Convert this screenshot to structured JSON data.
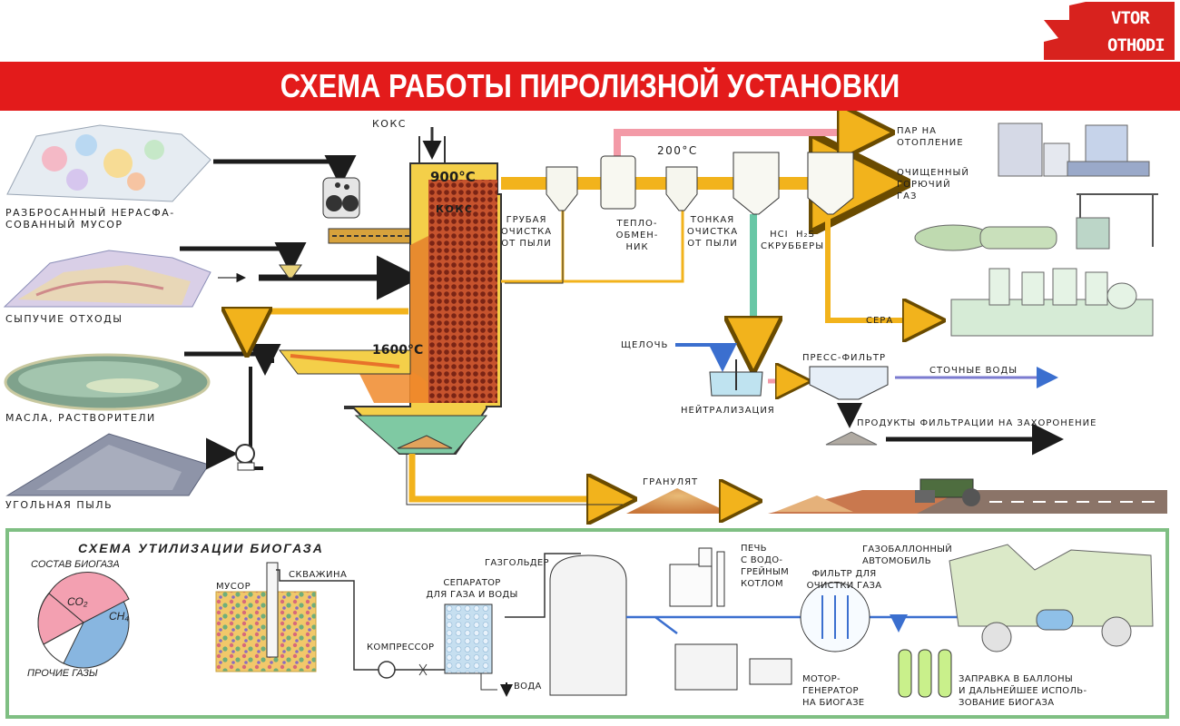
{
  "header": {
    "title": "СХЕМА РАБОТЫ ПИРОЛИЗНОЙ УСТАНОВКИ",
    "logo_line1": "VTOR",
    "logo_line2": "OTHODI"
  },
  "colors": {
    "banner": "#e31b1b",
    "gas_pipe": "#f2b31c",
    "pink_pipe": "#f39aa7",
    "green_pipe": "#69c7a6",
    "blue_arrow": "#3b6fcf",
    "reactor_fill": "#f0c53a",
    "coke_fill": "#b4432a",
    "panel_border": "#7fbf83"
  },
  "inputs": [
    {
      "label": "РАЗБРОСАННЫЙ НЕРАСФА-\nСОВАННЫЙ МУСОР"
    },
    {
      "label": "СЫПУЧИЕ ОТХОДЫ"
    },
    {
      "label": "МАСЛА, РАСТВОРИТЕЛИ"
    },
    {
      "label": "УГОЛЬНАЯ ПЫЛЬ"
    }
  ],
  "reactor": {
    "coke_in_label": "КОКС",
    "top_temp": "900°С",
    "coke_label": "КОКС",
    "bottom_temp": "1600°С"
  },
  "cleaning": {
    "coarse": "ГРУБАЯ\nОЧИСТКА\nОТ ПЫЛИ",
    "exchanger": "ТЕПЛО-\nОБМЕН-\nНИК",
    "exchanger_temp": "200°С",
    "fine": "ТОНКАЯ\nОЧИСТКА\nОТ ПЫЛИ",
    "scrubbers": "HCI  H₂S\nСКРУББЕРЫ"
  },
  "outputs": {
    "steam": "ПАР НА\nОТОПЛЕНИЕ",
    "clean_gas": "ОЧИЩЕННЫЙ\nГОРЮЧИЙ\nГАЗ",
    "sulfur": "СЕРА",
    "alkali": "ЩЕЛОЧЬ",
    "neutralization": "НЕЙТРАЛИЗАЦИЯ",
    "press_filter": "ПРЕСС-ФИЛЬТР",
    "wastewater": "СТОЧНЫЕ ВОДЫ",
    "filtration_products": "ПРОДУКТЫ ФИЛЬТРАЦИИ НА ЗАХОРОНЕНИЕ",
    "granulate": "ГРАНУЛЯТ"
  },
  "biogas": {
    "title": "СХЕМА  УТИЛИЗАЦИИ  БИОГАЗА",
    "composition_title": "СОСТАВ БИОГАЗА",
    "co2": "СО₂",
    "ch4": "СН₄",
    "other_gases": "ПРОЧИЕ ГАЗЫ",
    "garbage": "МУСОР",
    "well": "СКВАЖИНА",
    "separator": "СЕПАРАТОР\nДЛЯ ГАЗА И ВОДЫ",
    "compressor": "КОМПРЕССОР",
    "water": "ВОДА",
    "gasholder": "ГАЗГОЛЬДЕР",
    "furnace": "ПЕЧЬ\nС ВОДО-\nГРЕЙНЫМ\nКОТЛОМ",
    "gas_filter": "ФИЛЬТР ДЛЯ\nОЧИСТКИ ГАЗА",
    "gas_vehicle": "ГАЗОБАЛЛОННЫЙ\nАВТОМОБИЛЬ",
    "motor_generator": "МОТОР-\nГЕНЕРАТОР\nНА БИОГАЗЕ",
    "cylinders": "ЗАПРАВКА В БАЛЛОНЫ\nИ ДАЛЬНЕЙШЕЕ ИСПОЛЬ-\nЗОВАНИЕ БИОГАЗА"
  }
}
